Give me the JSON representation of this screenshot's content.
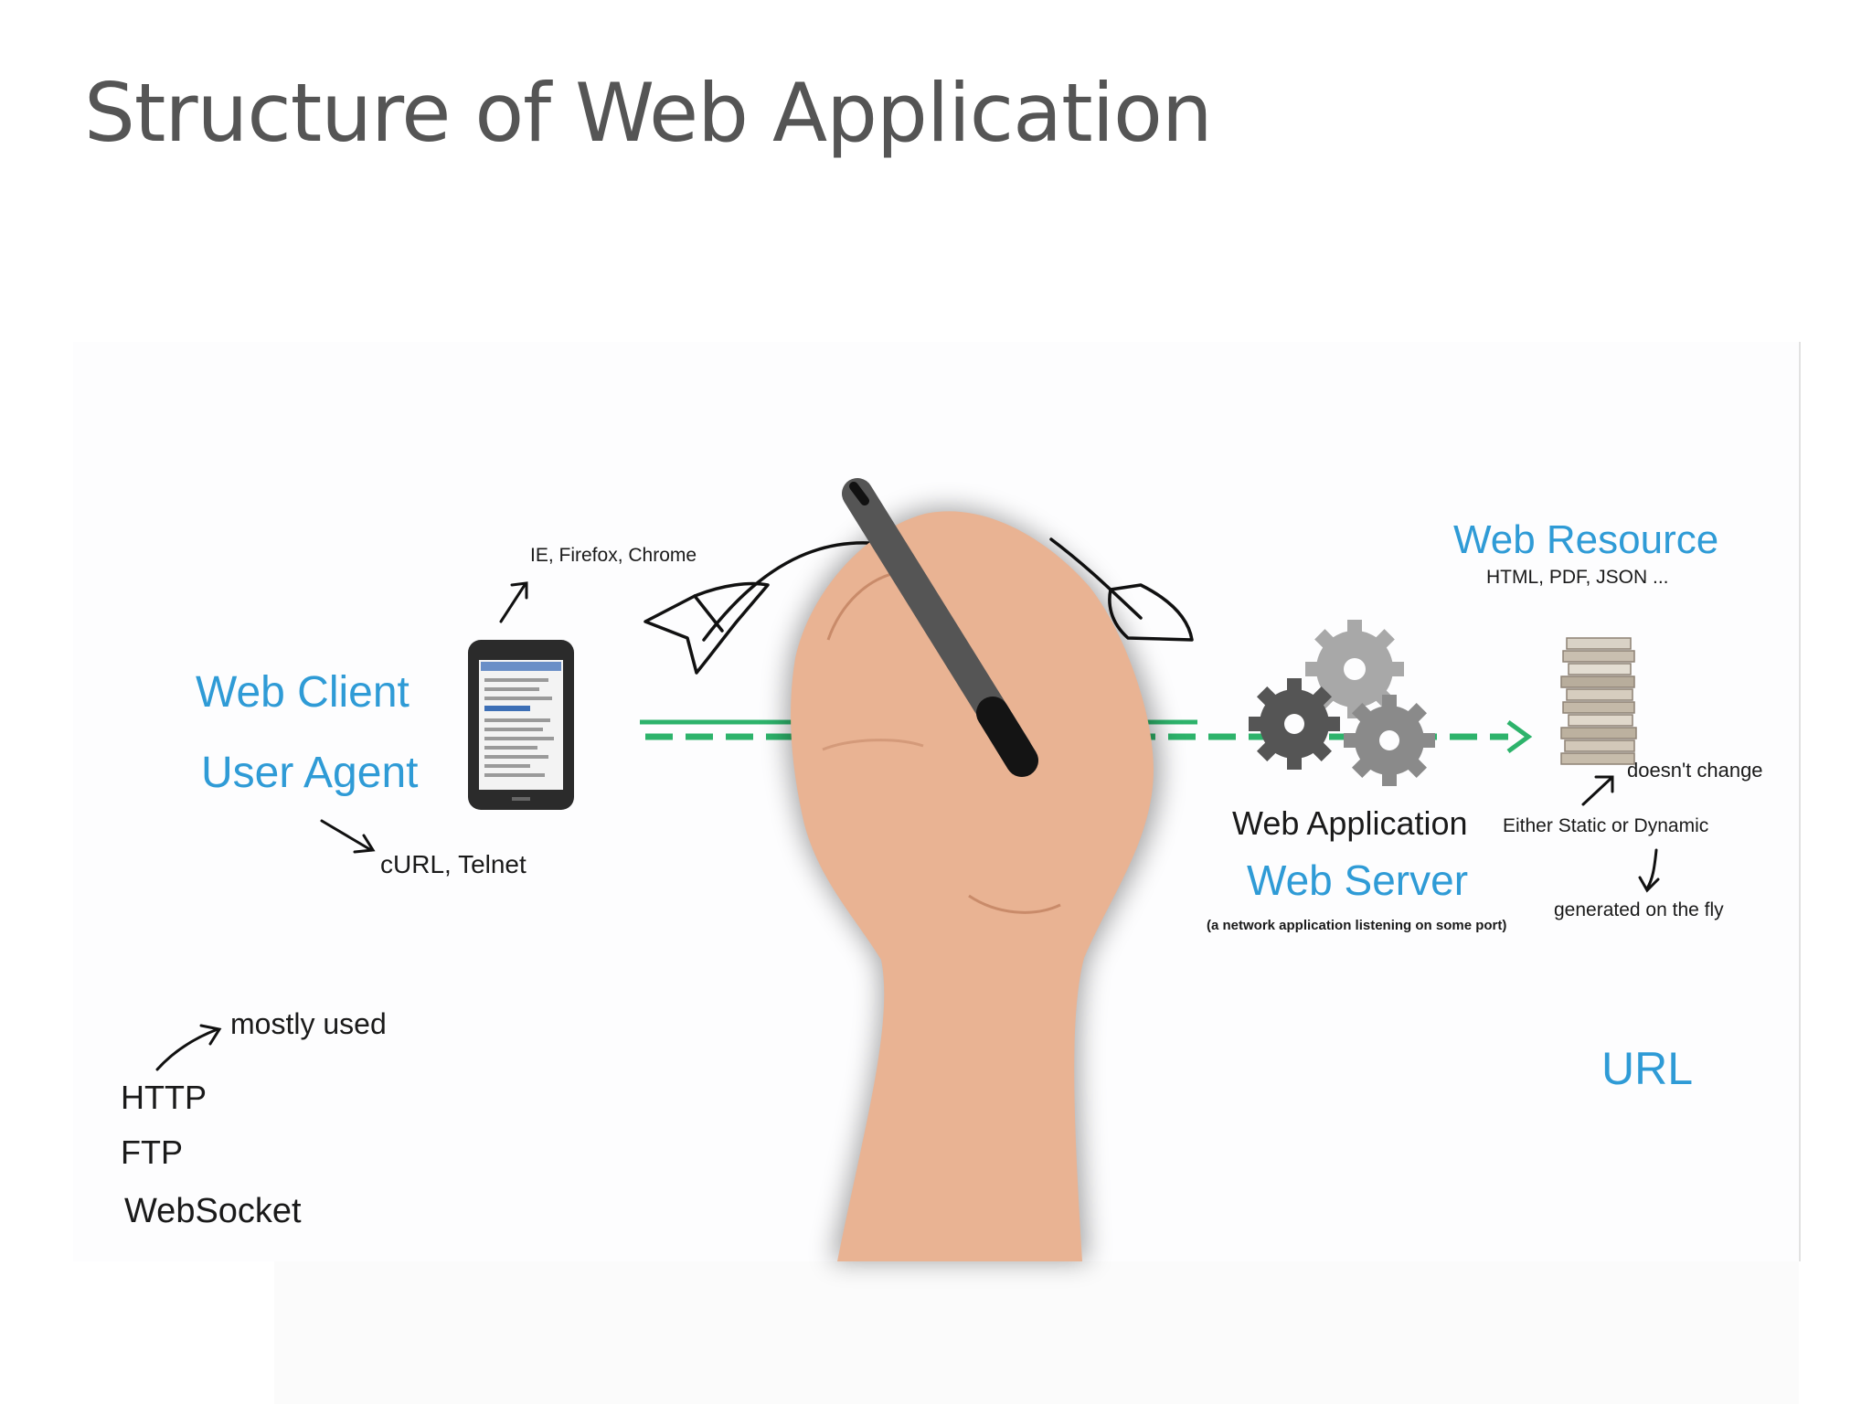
{
  "slide": {
    "title": "Structure of Web Application"
  },
  "client": {
    "title": "Web Client",
    "subtitle": "User Agent",
    "browsers": "IE, Firefox, Chrome",
    "cli_tools": "cURL, Telnet"
  },
  "server": {
    "title": "Web Application",
    "subtitle": "Web Server",
    "note": "(a network application listening on some port)"
  },
  "resource": {
    "title": "Web Resource",
    "formats": "HTML, PDF, JSON ...",
    "static_note": "doesn't change",
    "mode": "Either Static or Dynamic",
    "dynamic_note": "generated on the fly"
  },
  "protocols": {
    "note": "mostly used",
    "items": [
      "HTTP",
      "FTP",
      "WebSocket"
    ]
  },
  "url_label": "URL",
  "colors": {
    "title": "#555555",
    "accent_blue": "#2f9bd6",
    "connection_green": "#2db36b",
    "skin": "#e9b393"
  }
}
